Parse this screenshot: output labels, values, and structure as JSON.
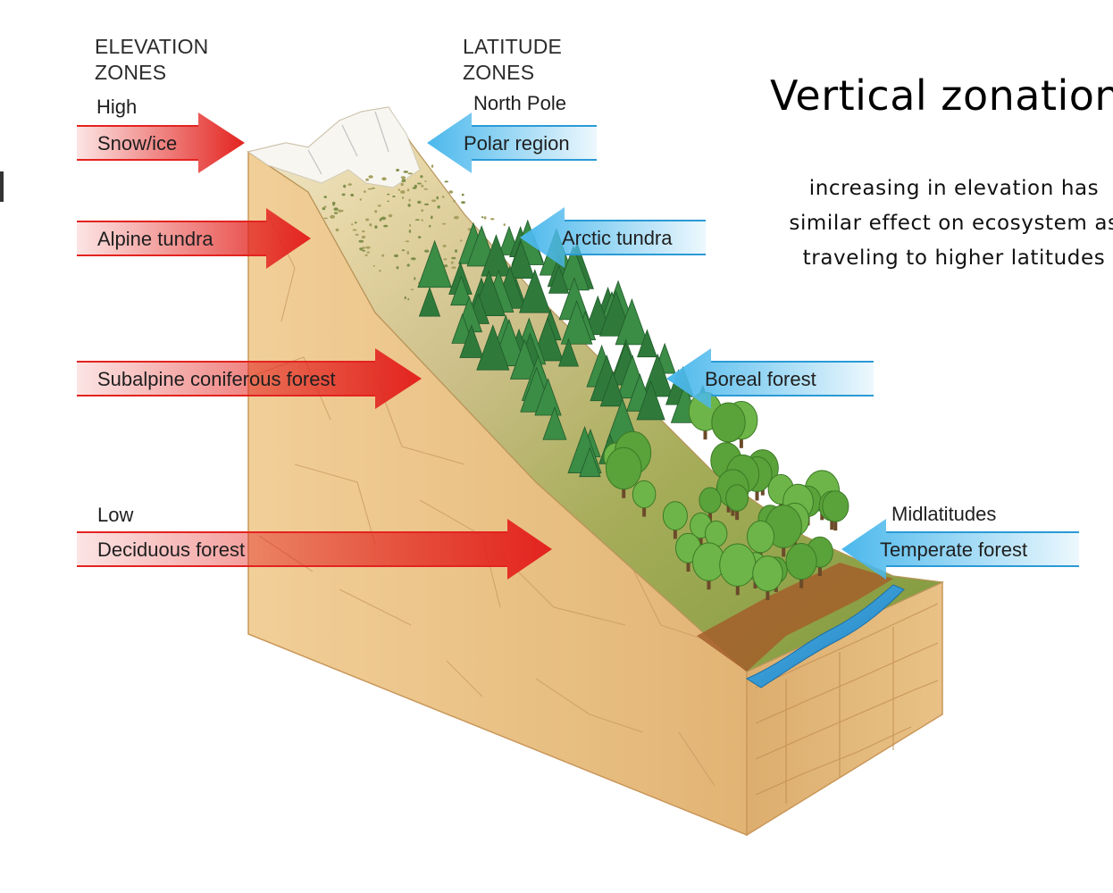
{
  "headers": {
    "elevation": [
      "ELEVATION",
      "ZONES"
    ],
    "latitude": [
      "LATITUDE",
      "ZONES"
    ]
  },
  "elevation_zones": [
    {
      "level": "High",
      "label": "Snow/ice"
    },
    {
      "label": "Alpine tundra"
    },
    {
      "label": "Subalpine coniferous forest"
    },
    {
      "level": "Low",
      "label": "Deciduous forest"
    }
  ],
  "latitude_zones": [
    {
      "level": "North Pole",
      "label": "Polar region"
    },
    {
      "label": "Arctic tundra"
    },
    {
      "label": "Boreal forest"
    },
    {
      "level": "Midlatitudes",
      "label": "Temperate forest"
    }
  ],
  "title": "Vertical zonation",
  "description": [
    "increasing in elevation has",
    "similar effect on ecosystem as",
    "traveling to higher latitudes"
  ],
  "colors": {
    "elevation_arrow": "#e3231f",
    "latitude_arrow": "#4bb8ec",
    "rock": "#ecc58e",
    "slope_grass": "#9aa64d",
    "conifer": "#2f7a3a",
    "deciduous": "#5aa23a",
    "water": "#3a9fd6"
  }
}
